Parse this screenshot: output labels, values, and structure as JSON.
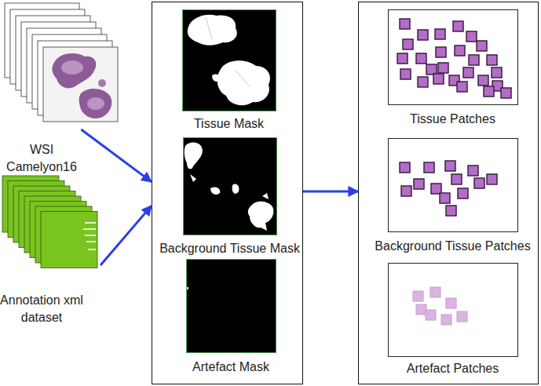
{
  "diagram": {
    "nodes": [
      {
        "text": [
          "WSI Camelyon16"
        ]
      },
      {
        "text": [
          "Annotation xml dataset"
        ]
      },
      {
        "text": []
      },
      {
        "text": [
          "Tissue Mask"
        ],
        "in": 2
      },
      {
        "text": [
          "Background Tissue Mask"
        ],
        "in": 2
      },
      {
        "text": [
          "Artefact Mask"
        ],
        "in": 2
      },
      {
        "text": []
      },
      {
        "text": [
          "Tissue Patches"
        ],
        "in": 6
      },
      {
        "text": [
          "Background Tissue Patches"
        ],
        "in": 6
      },
      {
        "text": [
          "Artefact Patches"
        ],
        "in": 6
      }
    ],
    "edges": [
      {
        "from": 0,
        "to": 2,
        "arrow": "to"
      },
      {
        "from": 1,
        "to": 2,
        "arrow": "to"
      },
      {
        "from": 2,
        "to": 6,
        "arrow": "to"
      }
    ]
  }
}
